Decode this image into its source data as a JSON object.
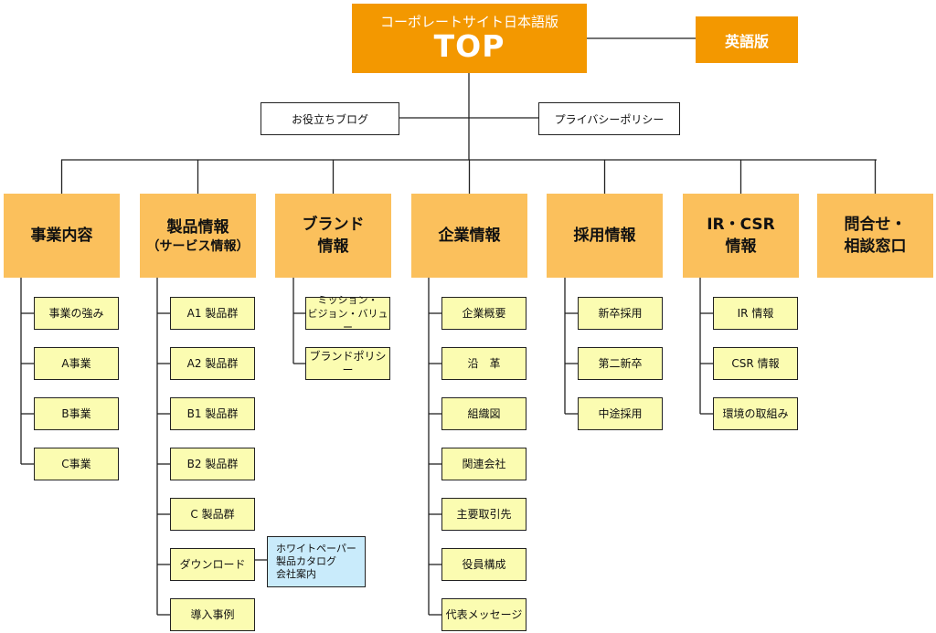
{
  "top": {
    "subtitle": "コーポレートサイト日本語版",
    "title": "TOP"
  },
  "english": {
    "label": "英語版"
  },
  "side_pages": {
    "blog": "お役立ちブログ",
    "privacy": "プライバシーポリシー"
  },
  "categories": [
    {
      "line1": "事業内容",
      "line2": "",
      "children": [
        "事業の強み",
        "A事業",
        "B事業",
        "C事業"
      ]
    },
    {
      "line1": "製品情報",
      "line2": "（サービス情報）",
      "children": [
        "A1 製品群",
        "A2 製品群",
        "B1 製品群",
        "B2 製品群",
        "C 製品群",
        "ダウンロード",
        "導入事例"
      ]
    },
    {
      "line1": "ブランド",
      "line2": "情報",
      "children": [
        "ミッション・\nビジョン・バリュー",
        "ブランドポリシー"
      ]
    },
    {
      "line1": "企業情報",
      "line2": "",
      "children": [
        "企業概要",
        "沿　革",
        "組織図",
        "関連会社",
        "主要取引先",
        "役員構成",
        "代表メッセージ"
      ]
    },
    {
      "line1": "採用情報",
      "line2": "",
      "children": [
        "新卒採用",
        "第二新卒",
        "中途採用"
      ]
    },
    {
      "line1": "IR・CSR",
      "line2": "情報",
      "children": [
        "IR 情報",
        "CSR 情報",
        "環境の取組み"
      ]
    },
    {
      "line1": "問合せ・",
      "line2": "相談窓口",
      "children": []
    }
  ],
  "download_note": [
    "ホワイトペーパー",
    "製品カタログ",
    "会社案内"
  ],
  "colors": {
    "top": "#f39800",
    "category": "#fbc05c",
    "leaf": "#fbfcb1",
    "note": "#c9ebfb",
    "line": "#222222"
  }
}
